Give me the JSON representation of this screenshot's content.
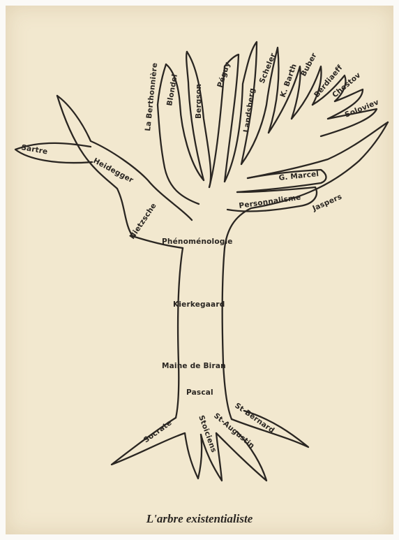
{
  "diagram": {
    "caption": "L'arbre existentialiste",
    "ink_color": "#2a2622",
    "paper_color": "#f2e8cf",
    "labels": {
      "sartre": "Sartre",
      "heidegger": "Heidegger",
      "nietzsche": "Nietzsche",
      "phenomenologie": "Phénoménologie",
      "kierkegaard": "Kierkegaard",
      "maine_de_biran": "Maine de Biran",
      "pascal": "Pascal",
      "socrate": "Socrate",
      "stoiciens": "Stoiciens",
      "st_augustin": "St-Augustin",
      "st_bernard": "St-Bernard",
      "la_berthonniere": "La Berthonnière",
      "blondel": "Blondel",
      "bergson": "Bergson",
      "peguy": "Péguy",
      "landsberg": "Landsberg",
      "scheler": "Scheler",
      "k_barth": "K. Barth",
      "buber": "Buber",
      "berdiaeff": "Berdiaeff",
      "chestov": "Chestov",
      "soloviev": "Soloviev",
      "g_marcel": "G. Marcel",
      "personnalisme": "Personnalisme",
      "jaspers": "Jaspers"
    }
  }
}
